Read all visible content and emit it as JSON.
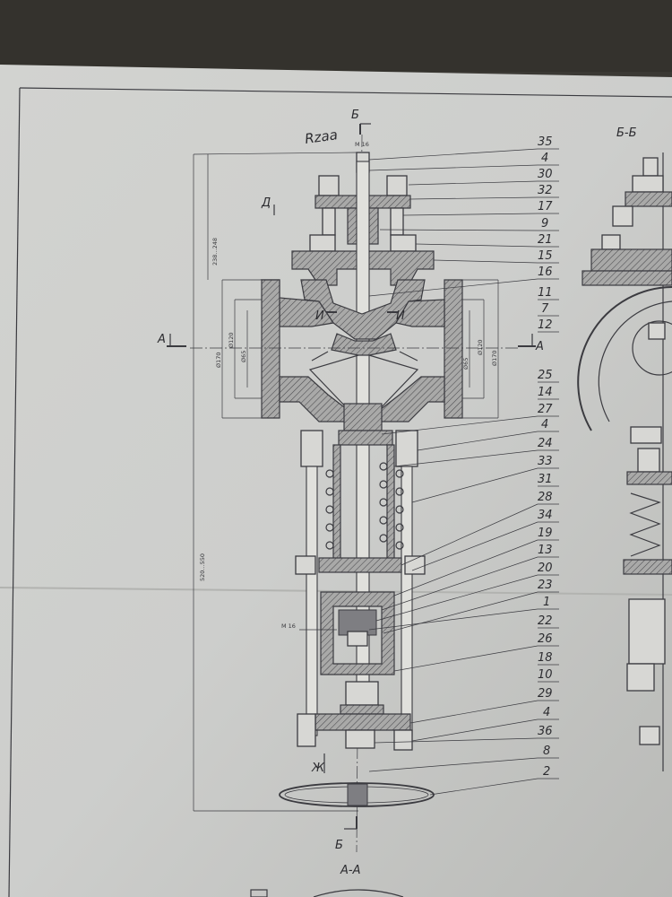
{
  "drawing": {
    "callouts": [
      "35",
      "4",
      "30",
      "32",
      "17",
      "9",
      "21",
      "15",
      "16",
      "11",
      "7",
      "12",
      "25",
      "14",
      "27",
      "4",
      "24",
      "33",
      "31",
      "28",
      "34",
      "19",
      "13",
      "20",
      "23",
      "1",
      "22",
      "26",
      "18",
      "10",
      "29",
      "4",
      "36",
      "8",
      "2"
    ],
    "section_letters": {
      "top_cut": "Б",
      "bottom_cut": "Б",
      "left_cut": "A",
      "right_cut": "A",
      "detail_d": "Д",
      "detail_i_left": "И",
      "detail_i_right": "И",
      "detail_zh": "Ж",
      "view_bb": "Б-Б",
      "view_aa": "А-А"
    },
    "dimensions": {
      "overall_height": "520...550",
      "upper_height": "238...248",
      "stem_thread": "M 16",
      "top_thread": "M 16",
      "dia_left_outer": "Ø170",
      "dia_left_mid": "Ø120",
      "dia_left_inner": "Ø65",
      "dia_right_inner": "Ø65",
      "dia_right_mid": "Ø120",
      "dia_right_outer": "Ø170"
    },
    "stamp_text": "Rzaa"
  }
}
